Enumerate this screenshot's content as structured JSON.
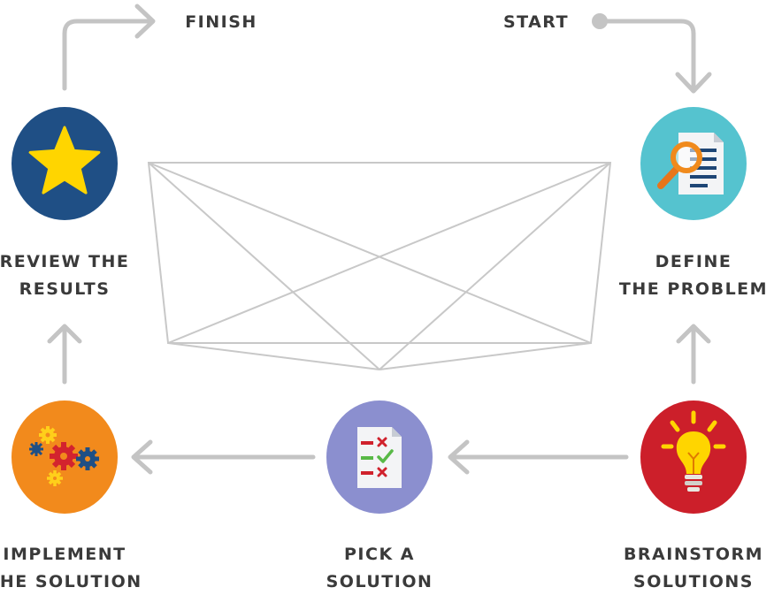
{
  "flow": {
    "start_label": "START",
    "finish_label": "FINISH"
  },
  "steps": {
    "define": {
      "line1": "DEFINE",
      "line2": "THE PROBLEM",
      "icon": "magnifier-document-icon",
      "color": "#55c3cf"
    },
    "brainstorm": {
      "line1": "BRAINSTORM",
      "line2": "SOLUTIONS",
      "icon": "lightbulb-icon",
      "color": "#cc1f2a"
    },
    "pick": {
      "line1": "PICK A",
      "line2": "SOLUTION",
      "icon": "checklist-icon",
      "color": "#8b8fcf"
    },
    "implement": {
      "line1": "IMPLEMENT",
      "line2": "THE SOLUTION",
      "icon": "gears-icon",
      "color": "#f28a1c"
    },
    "review": {
      "line1": "REVIEW THE",
      "line2": "RESULTS",
      "icon": "star-icon",
      "color": "#1f4f85"
    }
  },
  "colors": {
    "arrow": "#c4c4c4",
    "placeholder_lines": "#c8c8c8",
    "text": "#3a3a3a"
  }
}
